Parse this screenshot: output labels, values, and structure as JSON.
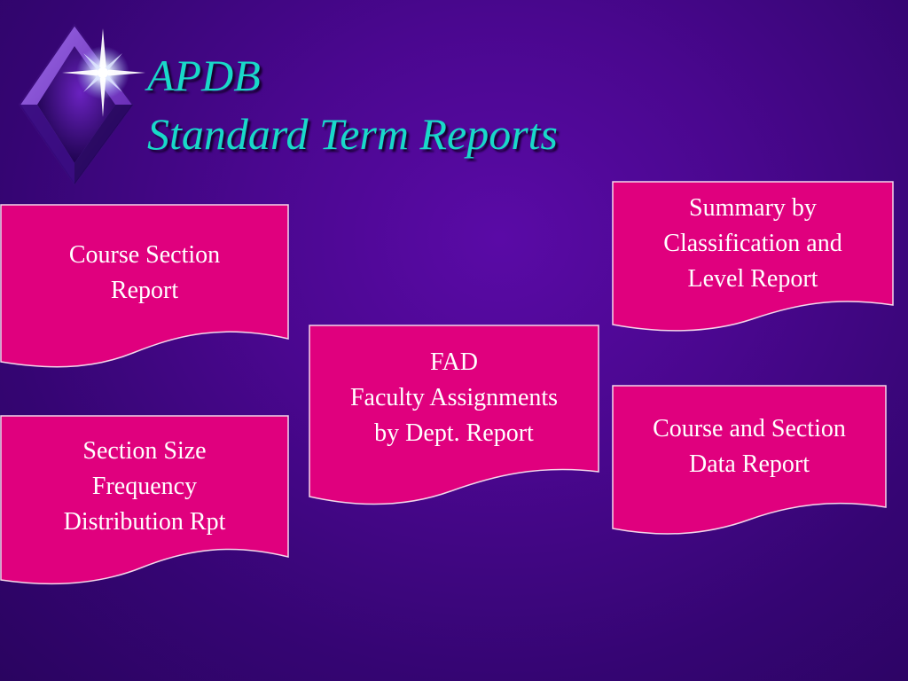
{
  "slide": {
    "title_line1": "APDB",
    "title_line2": "Standard Term Reports"
  },
  "documents": {
    "course_section": {
      "lines": [
        "Course Section",
        "Report"
      ]
    },
    "section_size": {
      "lines": [
        "Section Size",
        "Frequency",
        "Distribution Rpt"
      ]
    },
    "fad": {
      "lines": [
        "FAD",
        "Faculty Assignments",
        "by Dept. Report"
      ]
    },
    "summary": {
      "lines": [
        "Summary by",
        "Classification and",
        "Level Report"
      ]
    },
    "course_and_section": {
      "lines": [
        "Course and Section",
        "Data Report"
      ]
    }
  },
  "colors": {
    "background": "#4a078f",
    "title": "#19d9c9",
    "document_fill": "#e0007e",
    "document_text": "#ffffff",
    "logo_diamond": "#7a3ad0"
  },
  "icons": {
    "logo": "diamond-star-icon"
  }
}
